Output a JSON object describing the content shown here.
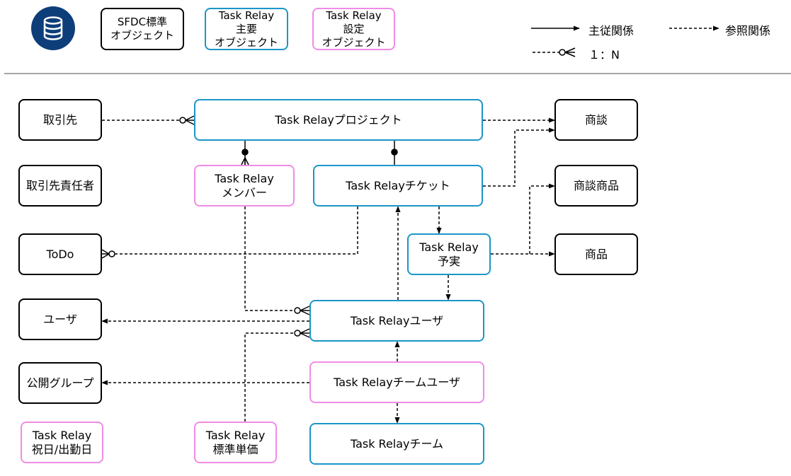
{
  "legend": {
    "icon": "database-icon",
    "sfdc_standard": "SFDC標準\nオブジェクト",
    "tr_main": "Task Relay\n主要\nオブジェクト",
    "tr_setting": "Task Relay\n設定\nオブジェクト",
    "master_detail": "主従関係",
    "lookup": "参照関係",
    "one_to_n": "１：N"
  },
  "colors": {
    "sfdc_border": "#000000",
    "main_border": "#1a96c8",
    "setting_border": "#f08ce6",
    "icon_bg": "#0e3e7a"
  },
  "nodes": {
    "account": "取引先",
    "contact": "取引先責任者",
    "todo": "ToDo",
    "user": "ユーザ",
    "public_group": "公開グループ",
    "holiday": "Task Relay\n祝日/出勤日",
    "project": "Task Relayプロジェクト",
    "member": "Task Relay\nメンバー",
    "ticket": "Task Relayチケット",
    "budget_actual": "Task Relay\n予実",
    "tr_user": "Task Relayユーザ",
    "team_user": "Task Relayチームユーザ",
    "standard_price": "Task Relay\n標準単価",
    "team": "Task Relayチーム",
    "opportunity": "商談",
    "opp_product": "商談商品",
    "product": "商品"
  }
}
